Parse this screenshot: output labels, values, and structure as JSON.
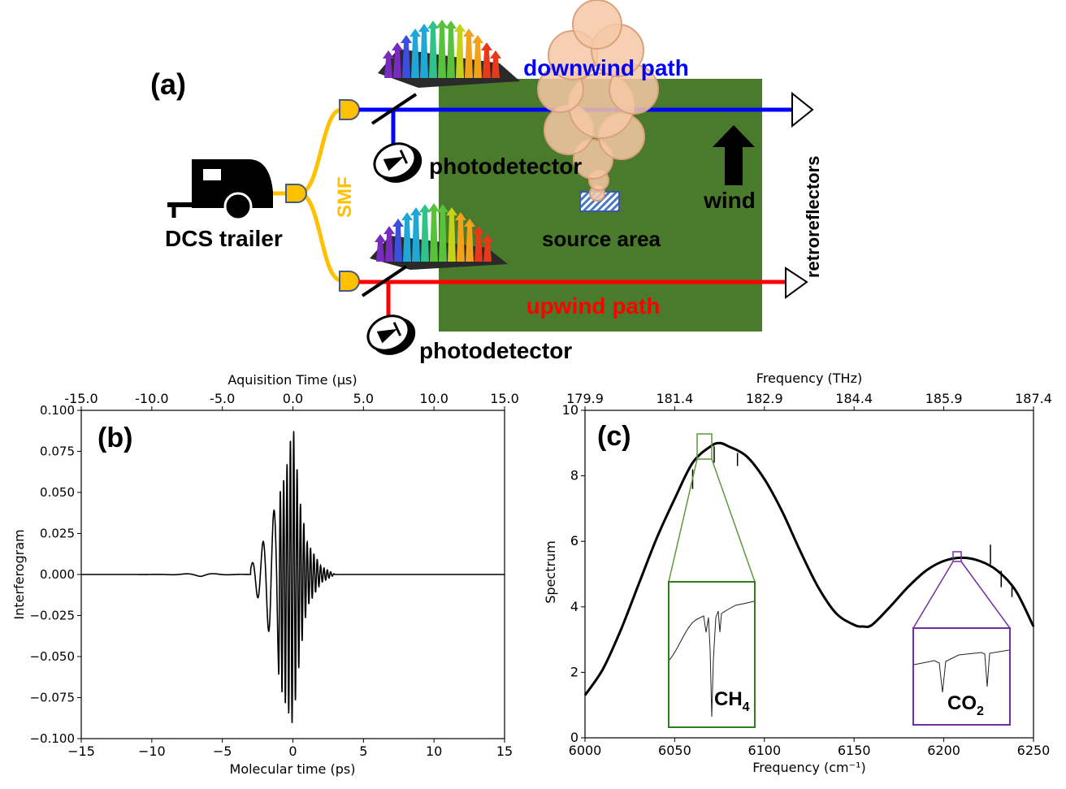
{
  "panel_a": {
    "label": "(a)",
    "downwind_path": "downwind path",
    "upwind_path": "upwind path",
    "photodetector_top": "photodetector",
    "photodetector_bottom": "photodetector",
    "smf": "SMF",
    "dcs_trailer": "DCS trailer",
    "source_area": "source area",
    "wind": "wind",
    "retroreflectors": "retroreflectors",
    "colors": {
      "field": "#4a7b2c",
      "downwind": "#0000ff",
      "upwind": "#ff0000",
      "fiber": "#ffc000",
      "plume": "#f6c8a6"
    }
  },
  "chart_data": [
    {
      "type": "line",
      "label": "(b)",
      "xlabel": "Molecular time (ps)",
      "ylabel": "Interferogram",
      "top_xlabel": "Aquisition Time (μs)",
      "xlim": [
        -15,
        15
      ],
      "ylim": [
        -0.1,
        0.1
      ],
      "xticks": [
        "−15",
        "−10",
        "−5",
        "0",
        "5",
        "10",
        "15"
      ],
      "top_xticks": [
        "-15.0",
        "-10.0",
        "-5.0",
        "0.0",
        "5.0",
        "10.0",
        "15.0"
      ],
      "yticks": [
        "−0.100",
        "−0.075",
        "−0.050",
        "−0.025",
        "0.000",
        "0.025",
        "0.050",
        "0.075",
        "0.100"
      ],
      "envelope": {
        "x": [
          -3.0,
          -2.0,
          -1.0,
          -0.5,
          0.0,
          0.5,
          1.0,
          2.0,
          3.0
        ],
        "max": [
          0.005,
          0.022,
          0.048,
          0.062,
          0.093,
          0.045,
          0.02,
          0.005,
          0.0
        ],
        "min": [
          -0.005,
          -0.023,
          -0.065,
          -0.08,
          -0.092,
          -0.05,
          -0.02,
          -0.005,
          0.0
        ]
      }
    },
    {
      "type": "line",
      "label": "(c)",
      "xlabel": "Frequency (cm⁻¹)",
      "ylabel": "Spectrum",
      "top_xlabel": "Frequency (THz)",
      "xlim": [
        6000,
        6250
      ],
      "ylim": [
        0,
        10
      ],
      "xticks": [
        "6000",
        "6050",
        "6100",
        "6150",
        "6200",
        "6250"
      ],
      "top_xticks": [
        "179.9",
        "181.4",
        "182.9",
        "184.4",
        "185.9",
        "187.4"
      ],
      "yticks": [
        "0",
        "2",
        "4",
        "6",
        "8",
        "10"
      ],
      "x": [
        6000,
        6010,
        6020,
        6030,
        6040,
        6050,
        6060,
        6070,
        6075,
        6080,
        6090,
        6100,
        6110,
        6120,
        6130,
        6140,
        6150,
        6155,
        6160,
        6170,
        6180,
        6190,
        6200,
        6210,
        6220,
        6230,
        6240,
        6250
      ],
      "y": [
        1.3,
        2.1,
        3.3,
        4.7,
        6.1,
        7.3,
        8.4,
        8.9,
        9.0,
        8.9,
        8.6,
        7.9,
        6.9,
        5.7,
        4.6,
        3.8,
        3.45,
        3.4,
        3.45,
        4.0,
        4.6,
        5.1,
        5.4,
        5.5,
        5.4,
        5.1,
        4.5,
        3.4
      ],
      "insets": [
        {
          "label": "CH4"
        },
        {
          "label": "CO2"
        }
      ]
    }
  ]
}
